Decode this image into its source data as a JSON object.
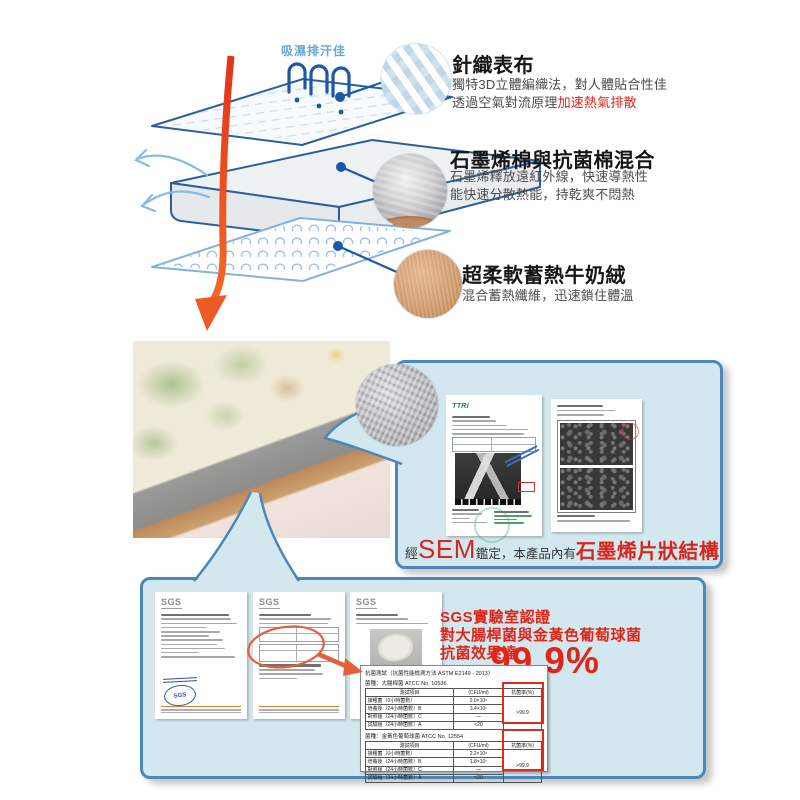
{
  "colors": {
    "accent_red": "#d9261c",
    "panel_fill": "#d3e8ee",
    "panel_border": "#4d86b8",
    "diagram_blue": "#1c57a8",
    "moisture_label_blue": "#68a6d6",
    "annotation_orange": "#e4603a"
  },
  "diagram": {
    "moisture_label": "吸濕排汗佳",
    "callouts": [
      {
        "title": "針織表布",
        "desc_line1": "獨特3D立體編織法，對人體貼合性佳",
        "desc_line2_prefix": "透過空氣對流原理",
        "desc_line2_highlight": "加速熱氣排散"
      },
      {
        "title": "石墨烯棉與抗菌棉混合",
        "desc_line1": "石墨烯釋放遠紅外線，快速導熱性",
        "desc_line2": "能快速分散熱能，持乾爽不悶熱"
      },
      {
        "title": "超柔軟蓄熱牛奶絨",
        "desc_line1": "混合蓄熱纖維，迅速鎖住體溫"
      }
    ]
  },
  "sem_panel": {
    "doc_left_logo": "TTRI",
    "caption": {
      "part1": "經",
      "part2": "SEM",
      "part3": "鑑定，本產品內有",
      "part4": "石墨烯片狀結構"
    }
  },
  "sgs_panel": {
    "doc_logos": [
      "SGS",
      "SGS",
      "SGS"
    ],
    "stamp_text": "SGS",
    "claim_line1": "SGS實驗室認證",
    "claim_line2": "對大腸桿菌與金黃色葡萄球菌",
    "claim_line3": "抗菌效果達",
    "claim_value": "99.9%",
    "result_table": {
      "title": "抗菌測試（抗菌性能檢測方法 ASTM E2149 - 2013）",
      "col_headers": [
        "測試項目",
        "(CFU/ml)",
        "抗菌率(%)"
      ],
      "sections": [
        {
          "strain": "菌種：大腸桿菌 ATCC No. 10536",
          "rows": [
            [
              "接種菌（0小時菌數）",
              "2.0×10⁵"
            ],
            [
              "培養後（24小時菌數）B",
              "3.4×10⁷"
            ],
            [
              "對照組（24小時菌數）C",
              "—"
            ],
            [
              "試驗組（24小時菌數）A",
              "<20"
            ]
          ],
          "rate": ">99.9"
        },
        {
          "strain": "菌種：金黃色葡萄球菌 ATCC No. 12554",
          "rows": [
            [
              "接種菌（0小時菌數）",
              "2.2×10⁵"
            ],
            [
              "培養後（24小時菌數）B",
              "1.8×10⁷"
            ],
            [
              "對照組（24小時菌數）C",
              "—"
            ],
            [
              "試驗組（24小時菌數）A",
              "<20"
            ]
          ],
          "rate": ">99.9"
        }
      ]
    }
  }
}
